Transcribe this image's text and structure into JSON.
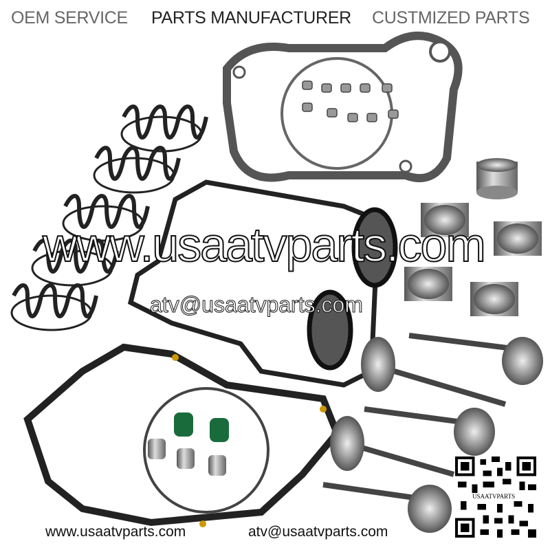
{
  "header": {
    "items": [
      "OEM SERVICE",
      "PARTS MANUFACTURER",
      "CUSTMIZED PARTS"
    ]
  },
  "watermark": {
    "url": "www.usaatvparts.com",
    "email": "atv@usaatvparts.com"
  },
  "footer": {
    "url": "www.usaatvparts.com",
    "email": "atv@usaatvparts.com"
  },
  "qr_code": {
    "label": "USAATVPARTS"
  }
}
